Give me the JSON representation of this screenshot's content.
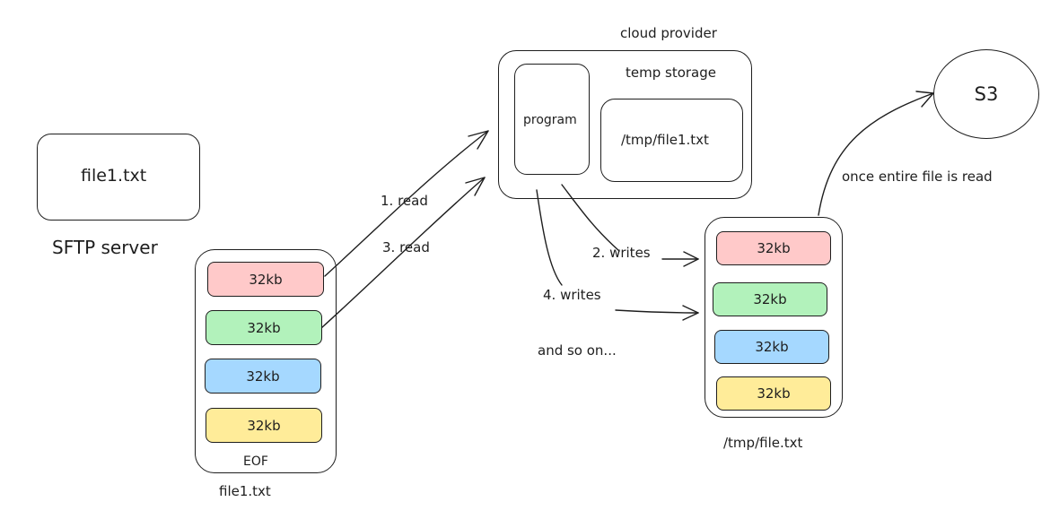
{
  "sftp": {
    "box_label": "file1.txt",
    "server_label": "SFTP server",
    "file_caption": "file1.txt",
    "eof_label": "EOF",
    "chunks": [
      {
        "label": "32kb",
        "color": "#ffc9c9"
      },
      {
        "label": "32kb",
        "color": "#b2f2bb"
      },
      {
        "label": "32kb",
        "color": "#a5d8ff"
      },
      {
        "label": "32kb",
        "color": "#ffec99"
      }
    ]
  },
  "cloud": {
    "title": "cloud provider",
    "program_label": "program",
    "temp_storage_label": "temp storage",
    "tmp_file_label": "/tmp/file1.txt"
  },
  "arrows": {
    "read1": "1. read",
    "read3": "3. read",
    "write2": "2. writes",
    "write4": "4. writes",
    "and_so_on": "and so on...",
    "to_s3": "once entire file is read"
  },
  "tmp": {
    "caption": "/tmp/file.txt",
    "chunks": [
      {
        "label": "32kb",
        "color": "#ffc9c9"
      },
      {
        "label": "32kb",
        "color": "#b2f2bb"
      },
      {
        "label": "32kb",
        "color": "#a5d8ff"
      },
      {
        "label": "32kb",
        "color": "#ffec99"
      }
    ]
  },
  "s3": {
    "label": "S3"
  }
}
